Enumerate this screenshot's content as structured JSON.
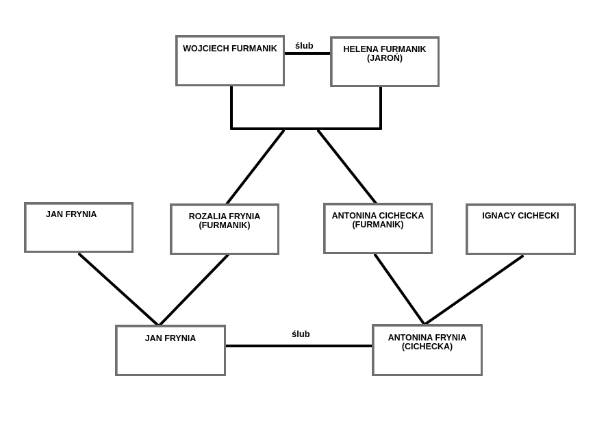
{
  "people": {
    "wojciech_furmanik": {
      "name": "WOJCIECH FURMANIK",
      "subname": ""
    },
    "helena_furmanik": {
      "name": "HELENA FURMANIK",
      "subname": "(JAROŃ)"
    },
    "jan_frynia_senior": {
      "name": "JAN FRYNIA",
      "subname": ""
    },
    "rozalia_frynia": {
      "name": "ROZALIA FRYNIA",
      "subname": "(FURMANIK)"
    },
    "antonina_cichecka": {
      "name": "ANTONINA CICHECKA",
      "subname": "(FURMANIK)"
    },
    "ignacy_cichecki": {
      "name": "IGNACY CICHECKI",
      "subname": ""
    },
    "jan_frynia": {
      "name": "JAN FRYNIA",
      "subname": ""
    },
    "antonina_frynia": {
      "name": "ANTONINA FRYNIA",
      "subname": "(CICHECKA)"
    }
  },
  "marriage_labels": {
    "top": "ślub",
    "bottom": "ślub"
  },
  "colors": {
    "line": "#000000",
    "box_border": "#6f6f6f",
    "background": "#ffffff"
  }
}
